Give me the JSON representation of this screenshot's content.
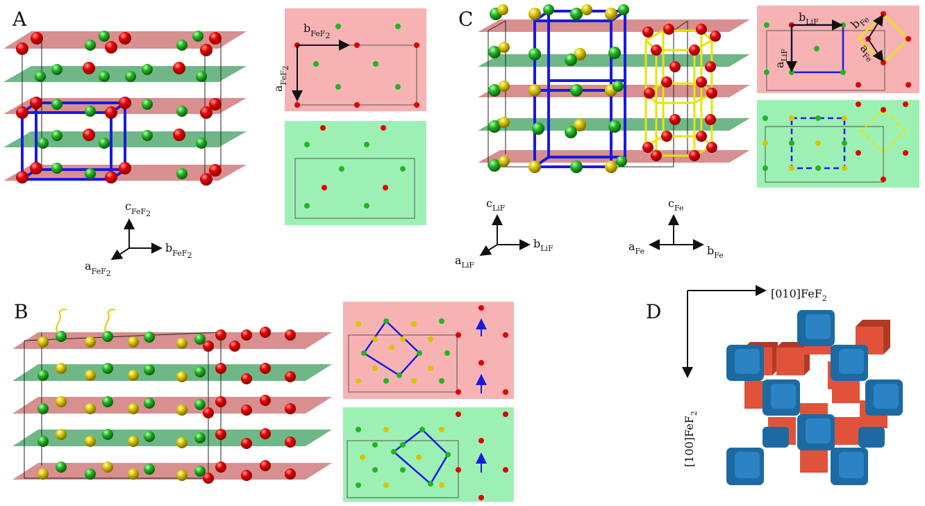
{
  "panels": {
    "a": {
      "letter": "A"
    },
    "b": {
      "letter": "B"
    },
    "c": {
      "letter": "C"
    },
    "d": {
      "letter": "D"
    }
  },
  "axes_FeF2": {
    "c_base": "c",
    "c_sub": "FeF",
    "b_base": "b",
    "b_sub": "FeF",
    "a_base": "a",
    "a_sub": "FeF",
    "sub_num": "2"
  },
  "inset_a": {
    "b_base": "b",
    "b_sub": "FeF",
    "a_base": "a",
    "a_sub": "FeF",
    "sub_num": "2"
  },
  "axes_LiF": {
    "c_base": "c",
    "c_sub": "LiF",
    "b_base": "b",
    "b_sub": "LiF",
    "a_base": "a",
    "a_sub": "LiF"
  },
  "axes_Fe": {
    "c_base": "c",
    "c_sub": "Fe",
    "b_base": "b",
    "b_sub": "Fe",
    "a_base": "a",
    "a_sub": "Fe"
  },
  "inset_c": {
    "b_liF_base": "b",
    "b_liF_sub": "LiF",
    "a_liF_base": "a",
    "a_liF_sub": "LiF",
    "b_fe_base": "b",
    "b_fe_sub": "Fe",
    "a_fe_base": "a",
    "a_fe_sub": "Fe"
  },
  "panel_d": {
    "x_label_prefix": "[010]FeF",
    "x_label_num": "2",
    "y_label_prefix": "[100]FeF",
    "y_label_num": "2"
  },
  "colors": {
    "red_atom": "#e00000",
    "green_atom": "#22b522",
    "yellow_atom": "#d8c400",
    "red_plane": "#c96a6a",
    "green_plane": "#3f9f5f",
    "pink_bg": "#f7b3b3",
    "mint_bg": "#9df0b4",
    "blue_cell": "#1a1adf",
    "yellow_cell": "#e6e600",
    "cube_blue": "#1d6aa3",
    "cube_red": "#e0533a"
  }
}
